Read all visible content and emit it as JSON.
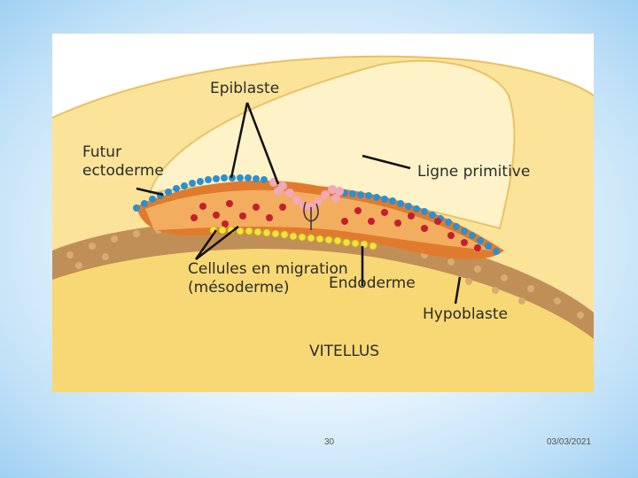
{
  "diagram": {
    "labels": {
      "epiblaste": "Epiblaste",
      "futur_ectoderme": "Futur\nectoderme",
      "ligne_primitive": "Ligne primitive",
      "cellules_migration": "Cellules en migration\n(mésoderme)",
      "endoderme": "Endoderme",
      "hypoblaste": "Hypoblaste",
      "vitellus": "VITELLUS"
    },
    "colors": {
      "yolk": "#f8d874",
      "amniotic_cavity": "#fdf1c6",
      "epiblast_cells": "#2d8fcf",
      "mesoderm_cells": "#c41f2e",
      "endoderm_cells": "#f2e23a",
      "hypoblast_cells": "#b7874f",
      "primitive_streak": "#f2a8b8"
    }
  },
  "footer": {
    "slide_number": "30",
    "date": "03/03/2021"
  }
}
